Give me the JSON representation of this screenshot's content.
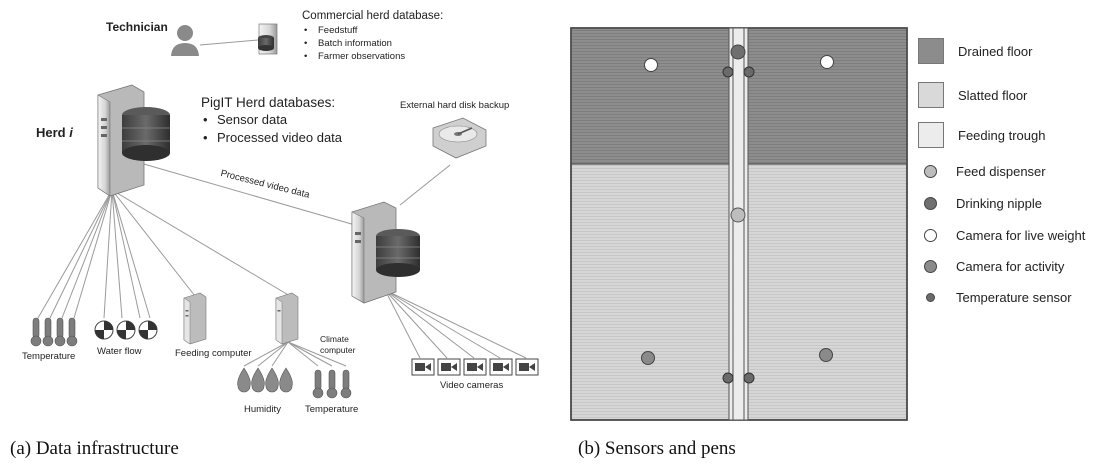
{
  "panel_a": {
    "technician": "Technician",
    "commercial_db": {
      "title": "Commercial herd database:",
      "items": [
        "Feedstuff",
        "Batch information",
        "Farmer observations"
      ]
    },
    "herd_label": "Herd",
    "herd_index": "i",
    "pigit_db": {
      "title": "PigIT Herd databases:",
      "items": [
        "Sensor data",
        "Processed video data"
      ]
    },
    "backup": "External hard disk backup",
    "processed_video": "Processed video data",
    "temperature": "Temperature",
    "water_flow": "Water flow",
    "feeding_computer": "Feeding computer",
    "climate_computer_line1": "Climate",
    "climate_computer_line2": "computer",
    "humidity": "Humidity",
    "temperature2": "Temperature",
    "video_cameras": "Video cameras",
    "caption": "(a)  Data infrastructure"
  },
  "panel_b": {
    "caption": "(b)  Sensors and pens",
    "legend": [
      {
        "label": "Drained floor",
        "kind": "swatch",
        "color": "#8c8c8c"
      },
      {
        "label": "Slatted floor",
        "kind": "swatch",
        "color": "#d9d9d9"
      },
      {
        "label": "Feeding trough",
        "kind": "swatch",
        "color": "#ececec"
      },
      {
        "label": "Feed dispenser",
        "kind": "dot",
        "color": "#bdbdbd"
      },
      {
        "label": "Drinking nipple",
        "kind": "dot",
        "color": "#6f6f6f"
      },
      {
        "label": "Camera for live weight",
        "kind": "dot",
        "color": "#ffffff"
      },
      {
        "label": "Camera for activity",
        "kind": "dot",
        "color": "#8a8a8a"
      },
      {
        "label": "Temperature sensor",
        "kind": "dot",
        "color": "#6a6a6a"
      }
    ]
  }
}
